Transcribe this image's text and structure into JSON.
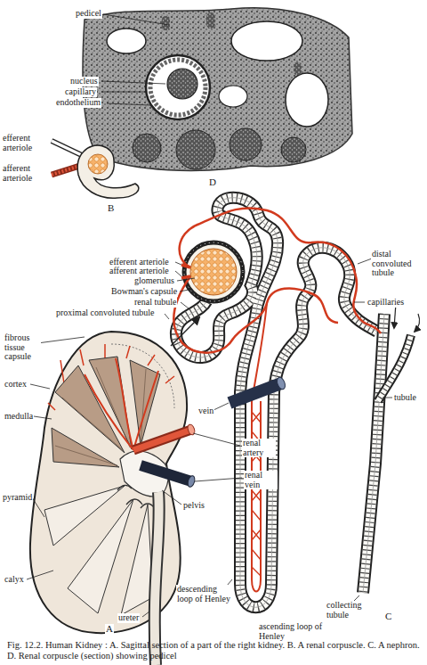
{
  "diagram": {
    "caption": "Fig. 12.2. Human Kidney : A. Sagittal section of a part of the right kidney. B. A renal corpuscle. C. A nephron. D. Renal corpuscle (section) showing pedicel",
    "labels": [
      "pedicel",
      "nucleus",
      "capillary",
      "endothelium",
      "D",
      "efferent arteriole",
      "afferent arteriole",
      "B",
      "efferent arteriole",
      "afferent arteriole",
      "glomerulus",
      "Bowman's capsule",
      "renal tubule",
      "proximal convoluted tubule",
      "distal convoluted tubule",
      "capillaries",
      "vein",
      "tubule",
      "descending loop of Henley",
      "ascending loop of Henley",
      "collecting tubule",
      "C",
      "fibrous tissue capsule",
      "cortex",
      "medulla",
      "renal artery",
      "renal vein",
      "pyramid",
      "pelvis",
      "calyx",
      "ureter",
      "A"
    ]
  }
}
